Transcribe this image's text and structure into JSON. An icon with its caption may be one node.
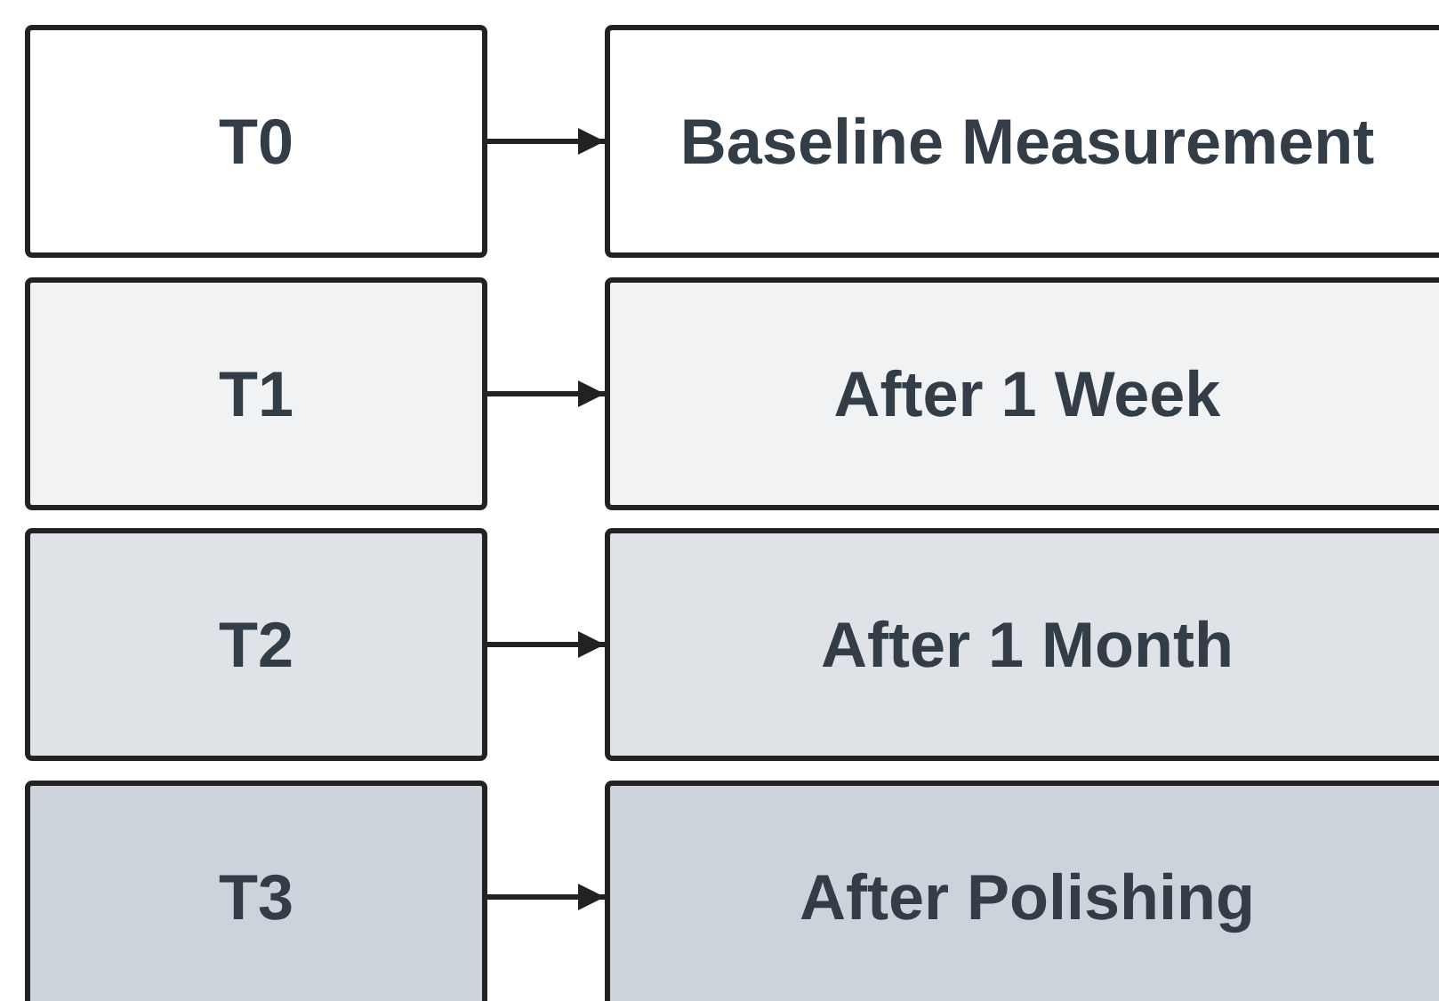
{
  "diagram": {
    "nodes": [
      {
        "text": [
          "T0"
        ]
      },
      {
        "text": [
          "Baseline Measurement"
        ]
      },
      {
        "text": [
          "T1"
        ]
      },
      {
        "text": [
          "After 1 Week"
        ]
      },
      {
        "text": [
          "T2"
        ]
      },
      {
        "text": [
          "After 1 Month"
        ]
      },
      {
        "text": [
          "T3"
        ]
      },
      {
        "text": [
          "After Polishing"
        ]
      }
    ],
    "edges": [
      {
        "from": 0,
        "to": 1,
        "arrow": "to"
      },
      {
        "from": 2,
        "to": 3,
        "arrow": "to"
      },
      {
        "from": 4,
        "to": 5,
        "arrow": "to"
      },
      {
        "from": 6,
        "to": 7,
        "arrow": "to"
      }
    ]
  }
}
